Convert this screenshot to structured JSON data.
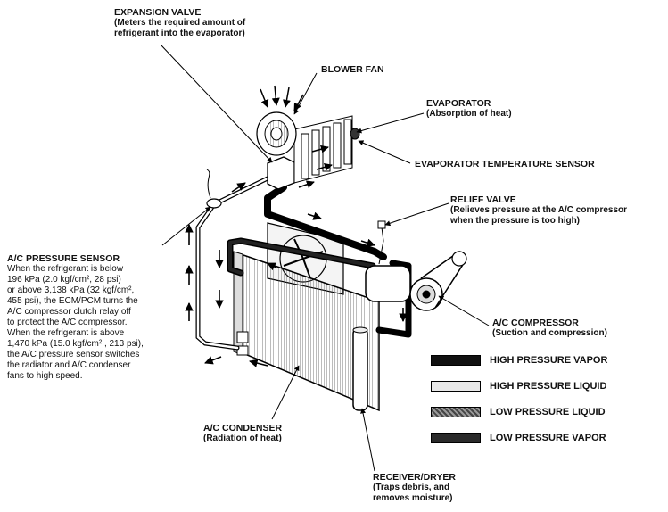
{
  "labels": {
    "expansion_valve": {
      "title": "EXPANSION VALVE",
      "sub": [
        "(Meters the required amount of",
        "refrigerant into the evaporator)"
      ]
    },
    "blower_fan": {
      "title": "BLOWER FAN"
    },
    "evaporator": {
      "title": "EVAPORATOR",
      "sub": [
        "(Absorption of heat)"
      ]
    },
    "evap_temp_sensor": {
      "title": "EVAPORATOR TEMPERATURE SENSOR"
    },
    "relief_valve": {
      "title": "RELIEF VALVE",
      "sub": [
        "(Relieves pressure at the A/C compressor",
        "when the pressure is too high)"
      ]
    },
    "ac_pressure_sensor": {
      "title": "A/C PRESSURE SENSOR",
      "body": [
        "When the refrigerant is below",
        "196 kPa (2.0 kgf/cm², 28 psi)",
        "or above 3,138 kPa (32 kgf/cm²,",
        "455 psi), the ECM/PCM turns the",
        "A/C compressor clutch relay off",
        "to protect the A/C compressor.",
        "When the refrigerant is above",
        "1,470 kPa (15.0 kgf/cm² , 213 psi),",
        "the A/C pressure sensor switches",
        "the radiator and A/C condenser",
        "fans to high speed."
      ]
    },
    "ac_compressor": {
      "title": "A/C COMPRESSOR",
      "sub": [
        "(Suction and compression)"
      ]
    },
    "ac_condenser": {
      "title": "A/C CONDENSER",
      "sub": [
        "(Radiation of heat)"
      ]
    },
    "receiver_dryer": {
      "title": "RECEIVER/DRYER",
      "sub": [
        "(Traps debris, and",
        "removes moisture)"
      ]
    }
  },
  "legend": [
    {
      "label": "HIGH PRESSURE VAPOR",
      "color": "#111111"
    },
    {
      "label": "HIGH PRESSURE LIQUID",
      "color": "#e8e8e8"
    },
    {
      "label": "LOW PRESSURE LIQUID",
      "color": "#6e6e6e"
    },
    {
      "label": "LOW PRESSURE VAPOR",
      "color": "#2a2a2a"
    }
  ]
}
